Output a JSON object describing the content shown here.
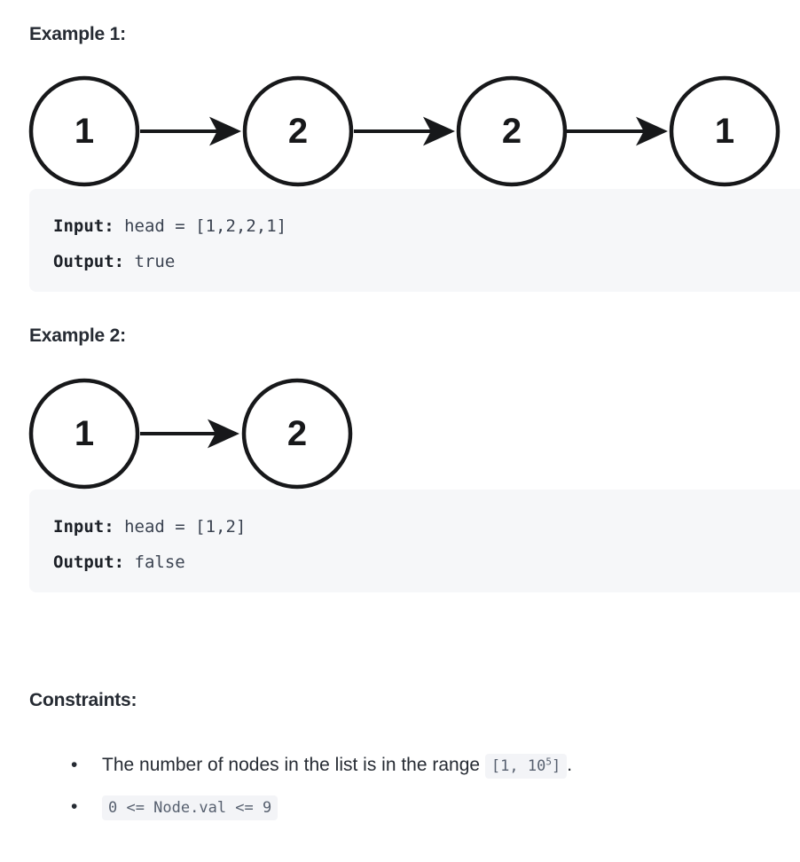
{
  "page": {
    "background": "#ffffff",
    "text_color": "#262b33",
    "code_block_bg": "#f6f7f9",
    "inline_code_bg": "#f3f4f7",
    "inline_code_color": "#57606f",
    "node_stroke": "#17181a"
  },
  "examples": [
    {
      "heading": "Example 1:",
      "diagram": {
        "type": "linked-list",
        "nodes": [
          "1",
          "2",
          "2",
          "1"
        ],
        "arrows": 3
      },
      "code": {
        "input_label": "Input:",
        "input_value": " head = [1,2,2,1]",
        "output_label": "Output:",
        "output_value": " true"
      }
    },
    {
      "heading": "Example 2:",
      "diagram": {
        "type": "linked-list",
        "nodes": [
          "1",
          "2"
        ],
        "arrows": 1
      },
      "code": {
        "input_label": "Input:",
        "input_value": " head = [1,2]",
        "output_label": "Output:",
        "output_value": " false"
      }
    }
  ],
  "constraints": {
    "heading": "Constraints:",
    "bullet_glyph": "•",
    "items": [
      {
        "text_before": "The number of nodes in the list is in the range ",
        "code_prefix": "[1, 10",
        "code_sup": "5",
        "code_suffix": "]",
        "text_after": "."
      },
      {
        "text_before": "",
        "code_full": "0 <= Node.val <= 9",
        "text_after": ""
      }
    ]
  }
}
